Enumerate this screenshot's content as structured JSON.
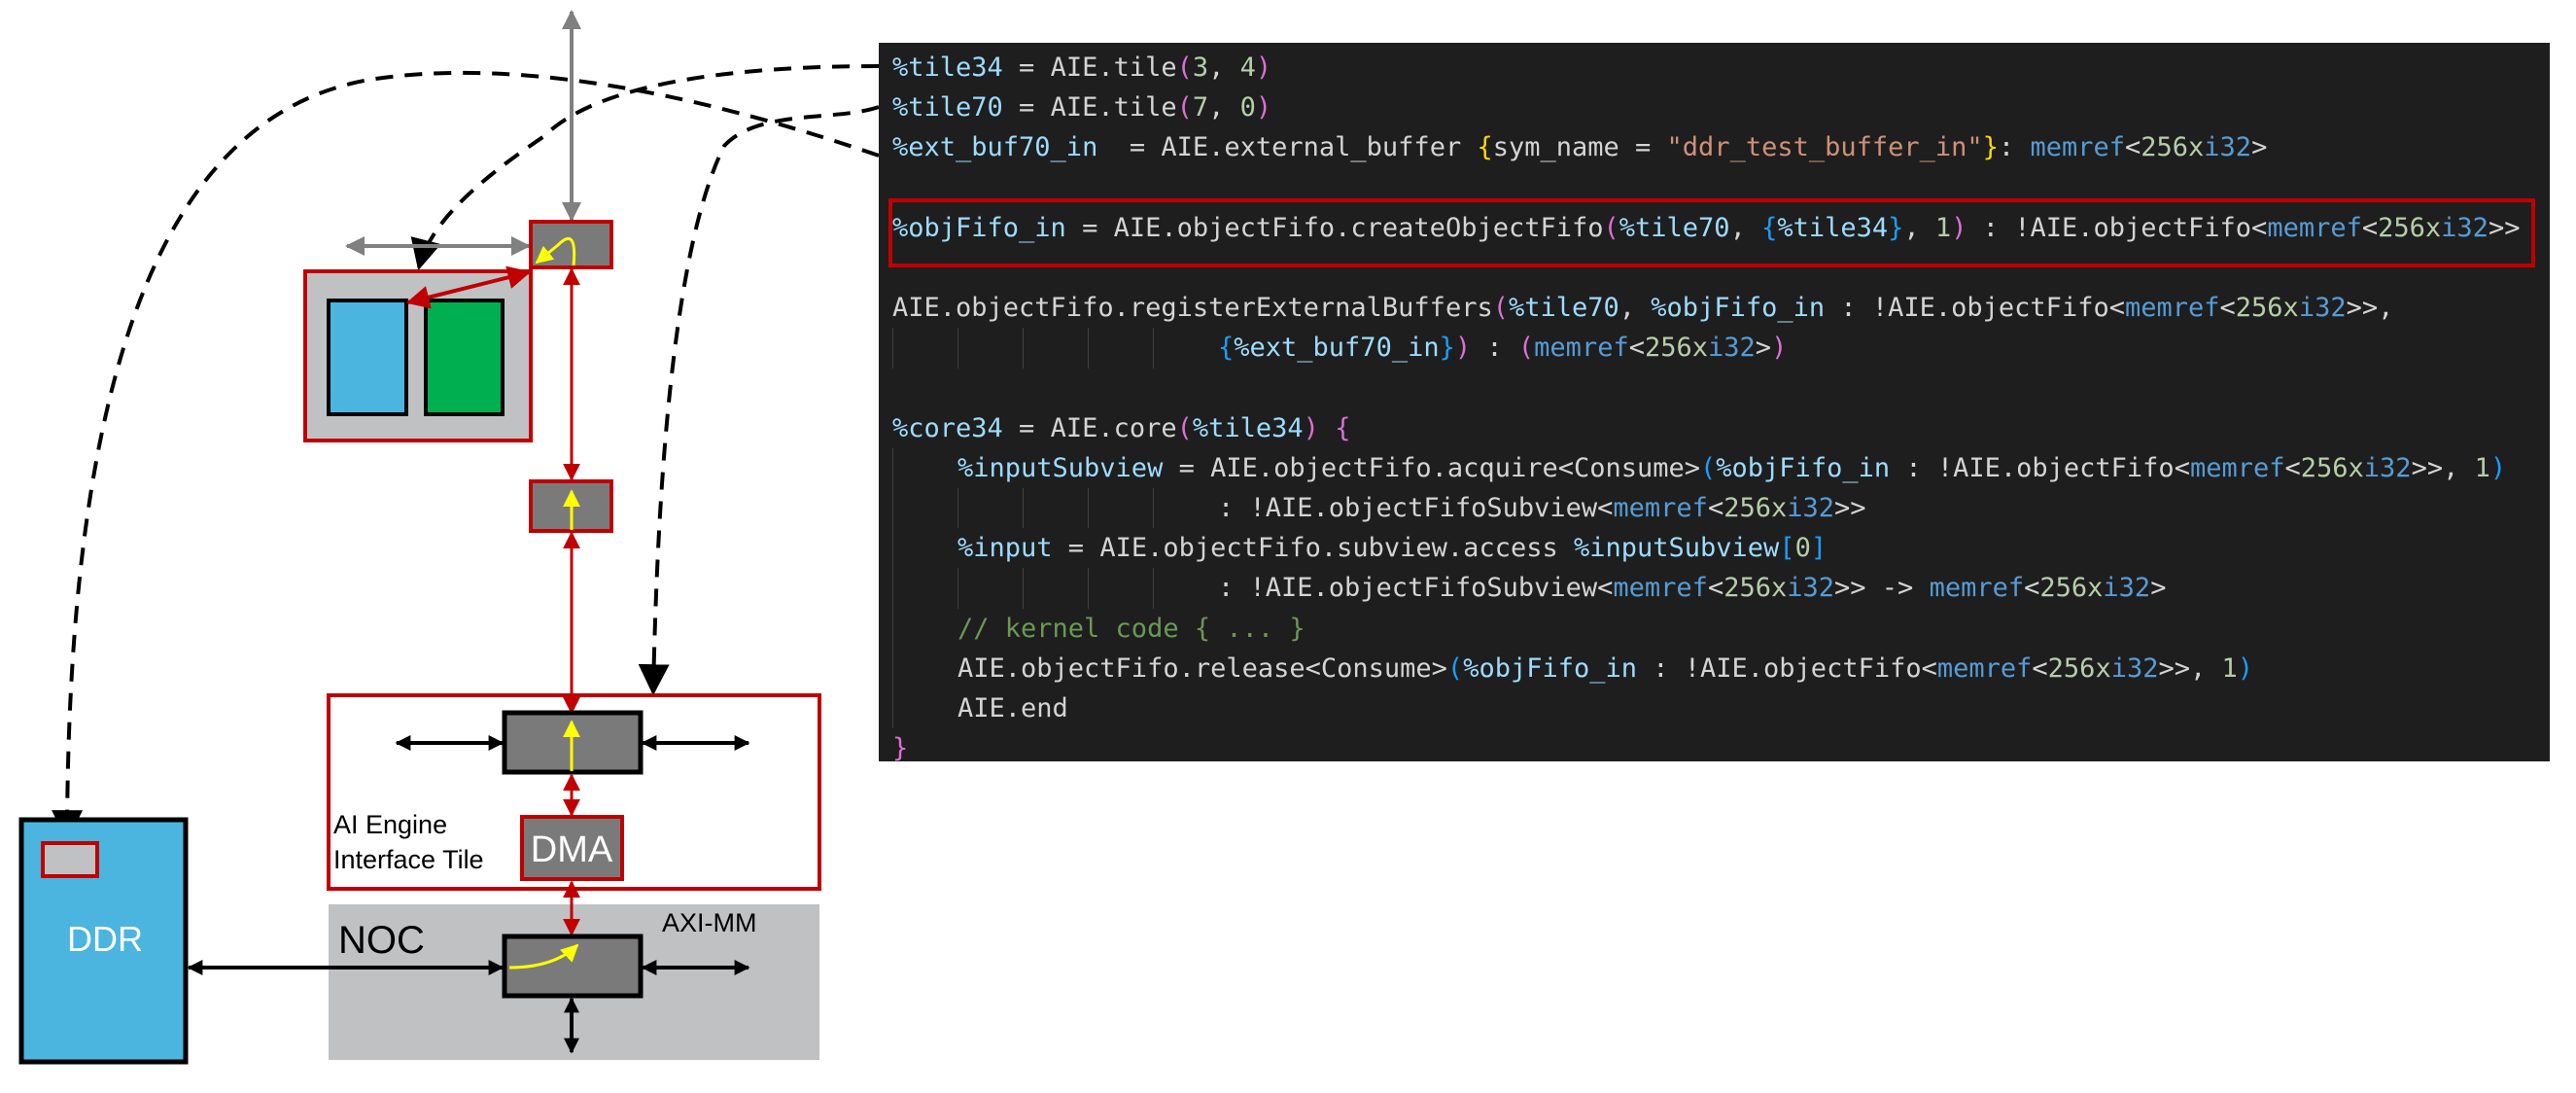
{
  "diagram": {
    "ddr_label": "DDR",
    "noc_label": "NOC",
    "axi_label": "AXI-MM",
    "dma_label": "DMA",
    "interface_tile_label_1": "AI Engine",
    "interface_tile_label_2": "Interface Tile",
    "colors": {
      "red": "#c00000",
      "blue": "#4bb5e0",
      "green": "#00b050",
      "gray": "#c0c1c3",
      "dark_gray": "#7a7a7a",
      "yellow": "#ffff00"
    }
  },
  "code": {
    "lines": [
      {
        "indent": 0,
        "tokens": [
          [
            "%tile34",
            "var"
          ],
          [
            " = AIE.tile",
            "def"
          ],
          [
            "(",
            "p1"
          ],
          [
            "3",
            "num"
          ],
          [
            ", ",
            "def"
          ],
          [
            "4",
            "num"
          ],
          [
            ")",
            "p1"
          ]
        ]
      },
      {
        "indent": 0,
        "tokens": [
          [
            "%tile70",
            "var"
          ],
          [
            " = AIE.tile",
            "def"
          ],
          [
            "(",
            "p1"
          ],
          [
            "7",
            "num"
          ],
          [
            ", ",
            "def"
          ],
          [
            "0",
            "num"
          ],
          [
            ")",
            "p1"
          ]
        ]
      },
      {
        "indent": 0,
        "tokens": [
          [
            "%ext_buf70_in",
            "var"
          ],
          [
            "  = AIE.external_buffer ",
            "def"
          ],
          [
            "{",
            "p2"
          ],
          [
            "sym_name = ",
            "def"
          ],
          [
            "\"ddr_test_buffer_in\"",
            "str"
          ],
          [
            "}",
            "p2"
          ],
          [
            ": ",
            "def"
          ],
          [
            "memref",
            "type"
          ],
          [
            "<",
            "def"
          ],
          [
            "256x",
            "num"
          ],
          [
            "i32",
            "type"
          ],
          [
            ">",
            "def"
          ]
        ]
      },
      {
        "indent": 0,
        "tokens": []
      },
      {
        "indent": 0,
        "tokens": [
          [
            "%objFifo_in",
            "var"
          ],
          [
            " = AIE.objectFifo.createObjectFifo",
            "def"
          ],
          [
            "(",
            "p1"
          ],
          [
            "%tile70",
            "var"
          ],
          [
            ", ",
            "def"
          ],
          [
            "{",
            "p3"
          ],
          [
            "%tile34",
            "var"
          ],
          [
            "}",
            "p3"
          ],
          [
            ", ",
            "def"
          ],
          [
            "1",
            "num"
          ],
          [
            ")",
            "p1"
          ],
          [
            " : !AIE.objectFifo<",
            "def"
          ],
          [
            "memref",
            "type"
          ],
          [
            "<",
            "def"
          ],
          [
            "256x",
            "num"
          ],
          [
            "i32",
            "type"
          ],
          [
            ">>",
            "def"
          ]
        ]
      },
      {
        "indent": 0,
        "tokens": []
      },
      {
        "indent": 0,
        "tokens": [
          [
            "AIE.objectFifo.registerExternalBuffers",
            "def"
          ],
          [
            "(",
            "p1"
          ],
          [
            "%tile70",
            "var"
          ],
          [
            ", ",
            "def"
          ],
          [
            "%objFifo_in",
            "var"
          ],
          [
            " : !AIE.objectFifo<",
            "def"
          ],
          [
            "memref",
            "type"
          ],
          [
            "<",
            "def"
          ],
          [
            "256x",
            "num"
          ],
          [
            "i32",
            "type"
          ],
          [
            ">>,",
            "def"
          ]
        ]
      },
      {
        "indent": 5,
        "tokens": [
          [
            "{",
            "p3"
          ],
          [
            "%ext_buf70_in",
            "var"
          ],
          [
            "}",
            "p3"
          ],
          [
            ")",
            "p1"
          ],
          [
            " : ",
            "def"
          ],
          [
            "(",
            "p1"
          ],
          [
            "memref",
            "type"
          ],
          [
            "<",
            "def"
          ],
          [
            "256x",
            "num"
          ],
          [
            "i32",
            "type"
          ],
          [
            ">",
            "def"
          ],
          [
            ")",
            "p1"
          ]
        ]
      },
      {
        "indent": 0,
        "tokens": []
      },
      {
        "indent": 0,
        "tokens": [
          [
            "%core34",
            "var"
          ],
          [
            " = AIE.core",
            "def"
          ],
          [
            "(",
            "p1"
          ],
          [
            "%tile34",
            "var"
          ],
          [
            ")",
            "p1"
          ],
          [
            " ",
            "def"
          ],
          [
            "{",
            "p1"
          ]
        ]
      },
      {
        "indent": 1,
        "tokens": [
          [
            "%inputSubview",
            "var"
          ],
          [
            " = AIE.objectFifo.acquire<Consume>",
            "def"
          ],
          [
            "(",
            "p3"
          ],
          [
            "%objFifo_in",
            "var"
          ],
          [
            " : !AIE.objectFifo<",
            "def"
          ],
          [
            "memref",
            "type"
          ],
          [
            "<",
            "def"
          ],
          [
            "256x",
            "num"
          ],
          [
            "i32",
            "type"
          ],
          [
            ">>, ",
            "def"
          ],
          [
            "1",
            "num"
          ],
          [
            ")",
            "p3"
          ]
        ]
      },
      {
        "indent": 5,
        "tokens": [
          [
            ": !AIE.objectFifoSubview<",
            "def"
          ],
          [
            "memref",
            "type"
          ],
          [
            "<",
            "def"
          ],
          [
            "256x",
            "num"
          ],
          [
            "i32",
            "type"
          ],
          [
            ">>",
            "def"
          ]
        ]
      },
      {
        "indent": 1,
        "tokens": [
          [
            "%input",
            "var"
          ],
          [
            " = AIE.objectFifo.subview.access ",
            "def"
          ],
          [
            "%inputSubview",
            "var"
          ],
          [
            "[",
            "p3"
          ],
          [
            "0",
            "num"
          ],
          [
            "]",
            "p3"
          ]
        ]
      },
      {
        "indent": 5,
        "tokens": [
          [
            ": !AIE.objectFifoSubview<",
            "def"
          ],
          [
            "memref",
            "type"
          ],
          [
            "<",
            "def"
          ],
          [
            "256x",
            "num"
          ],
          [
            "i32",
            "type"
          ],
          [
            ">> -> ",
            "def"
          ],
          [
            "memref",
            "type"
          ],
          [
            "<",
            "def"
          ],
          [
            "256x",
            "num"
          ],
          [
            "i32",
            "type"
          ],
          [
            ">",
            "def"
          ]
        ]
      },
      {
        "indent": 1,
        "tokens": [
          [
            "// kernel code { ... }",
            "cmt"
          ]
        ]
      },
      {
        "indent": 1,
        "tokens": [
          [
            "AIE.objectFifo.release<Consume>",
            "def"
          ],
          [
            "(",
            "p3"
          ],
          [
            "%objFifo_in",
            "var"
          ],
          [
            " : !AIE.objectFifo<",
            "def"
          ],
          [
            "memref",
            "type"
          ],
          [
            "<",
            "def"
          ],
          [
            "256x",
            "num"
          ],
          [
            "i32",
            "type"
          ],
          [
            ">>, ",
            "def"
          ],
          [
            "1",
            "num"
          ],
          [
            ")",
            "p3"
          ]
        ]
      },
      {
        "indent": 1,
        "tokens": [
          [
            "AIE.end",
            "def"
          ]
        ]
      },
      {
        "indent": 0,
        "tokens": [
          [
            "}",
            "p1"
          ]
        ]
      }
    ]
  }
}
